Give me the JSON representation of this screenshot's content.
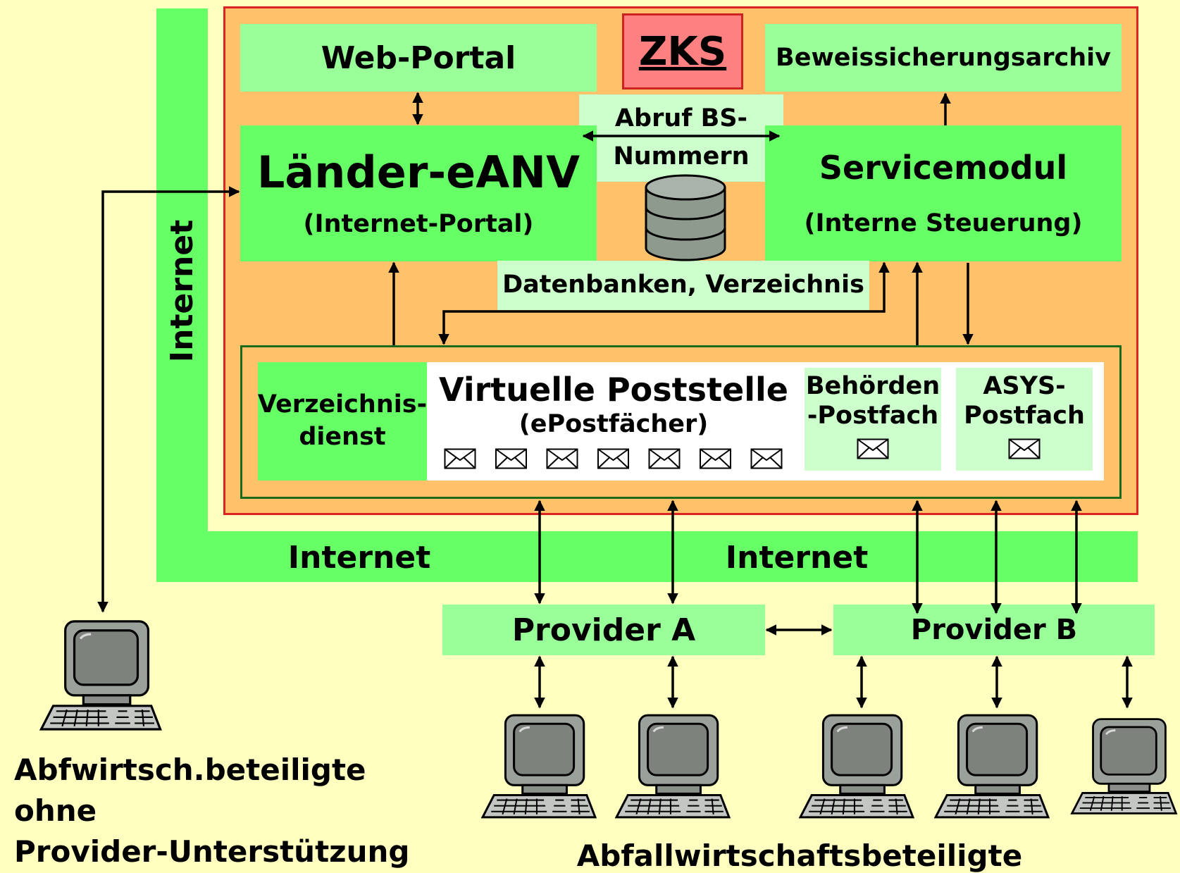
{
  "colors": {
    "background": "#ffffc0",
    "internet": "#66ff66",
    "zks_frame": "#ffc26b",
    "zks_border": "#dd2222",
    "zks_title_bg": "#ff8080",
    "module": "#66ff66",
    "portal": "#99ff99",
    "pale": "#ccffcc",
    "poststelle_bg": "#ffffff"
  },
  "internet": {
    "vertical_label": "Internet",
    "bottom_left_label": "Internet",
    "bottom_right_label": "Internet"
  },
  "zks": {
    "title": "ZKS",
    "web_portal": "Web-Portal",
    "archive": "Beweissicherungsarchiv",
    "abruf": {
      "line1": "Abruf BS-",
      "line2": "Nummern"
    },
    "laender": {
      "title": "Länder-eANV",
      "subtitle": "(Internet-Portal)"
    },
    "service": {
      "title": "Servicemodul",
      "subtitle": "(Interne Steuerung)"
    },
    "database_label": "Datenbanken,  Verzeichnis",
    "database_icon": "database-icon"
  },
  "vps": {
    "verzeichnis": {
      "line1": "Verzeichnis-",
      "line2": "dienst"
    },
    "title": "Virtuelle Poststelle",
    "subtitle": "(ePostfächer)",
    "envelope_icon": "envelope-icon",
    "envelope_count": 7,
    "behoerden": {
      "line1": "Behörden",
      "line2": "-Postfach"
    },
    "asys": {
      "line1": "ASYS-",
      "line2": "Postfach"
    }
  },
  "providers": {
    "a": "Provider A",
    "b": "Provider B"
  },
  "computer_icon": "computer-icon",
  "captions": {
    "left_line1": "Abfwirtsch.beteiligte",
    "left_line2": "ohne",
    "left_line3": "Provider-Unterstützung",
    "bottom": "Abfallwirtschaftsbeteiligte"
  }
}
